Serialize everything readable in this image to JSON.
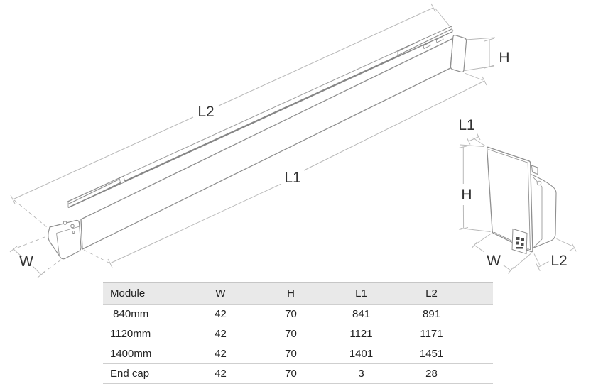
{
  "drawing": {
    "main": {
      "l2": "L2",
      "l1": "L1",
      "h": "H",
      "w": "W"
    },
    "endcap": {
      "l1": "L1",
      "h": "H",
      "w": "W",
      "l2": "L2"
    }
  },
  "table": {
    "headers": [
      "Module",
      "W",
      "H",
      "L1",
      "L2"
    ],
    "rows": [
      [
        " 840mm",
        "42",
        "70",
        "841",
        "891"
      ],
      [
        "1120mm",
        "42",
        "70",
        "1121",
        "1171"
      ],
      [
        "1400mm",
        "42",
        "70",
        "1401",
        "1451"
      ],
      [
        "End cap",
        "42",
        "70",
        "3",
        "28"
      ]
    ]
  },
  "colors": {
    "outline": "#8f8f8f",
    "track": "#868686",
    "dimension_line": "#b9b9b9",
    "label_text": "#333333",
    "table_header_bg": "#e9e9e9",
    "table_border": "#cfcfcf"
  }
}
